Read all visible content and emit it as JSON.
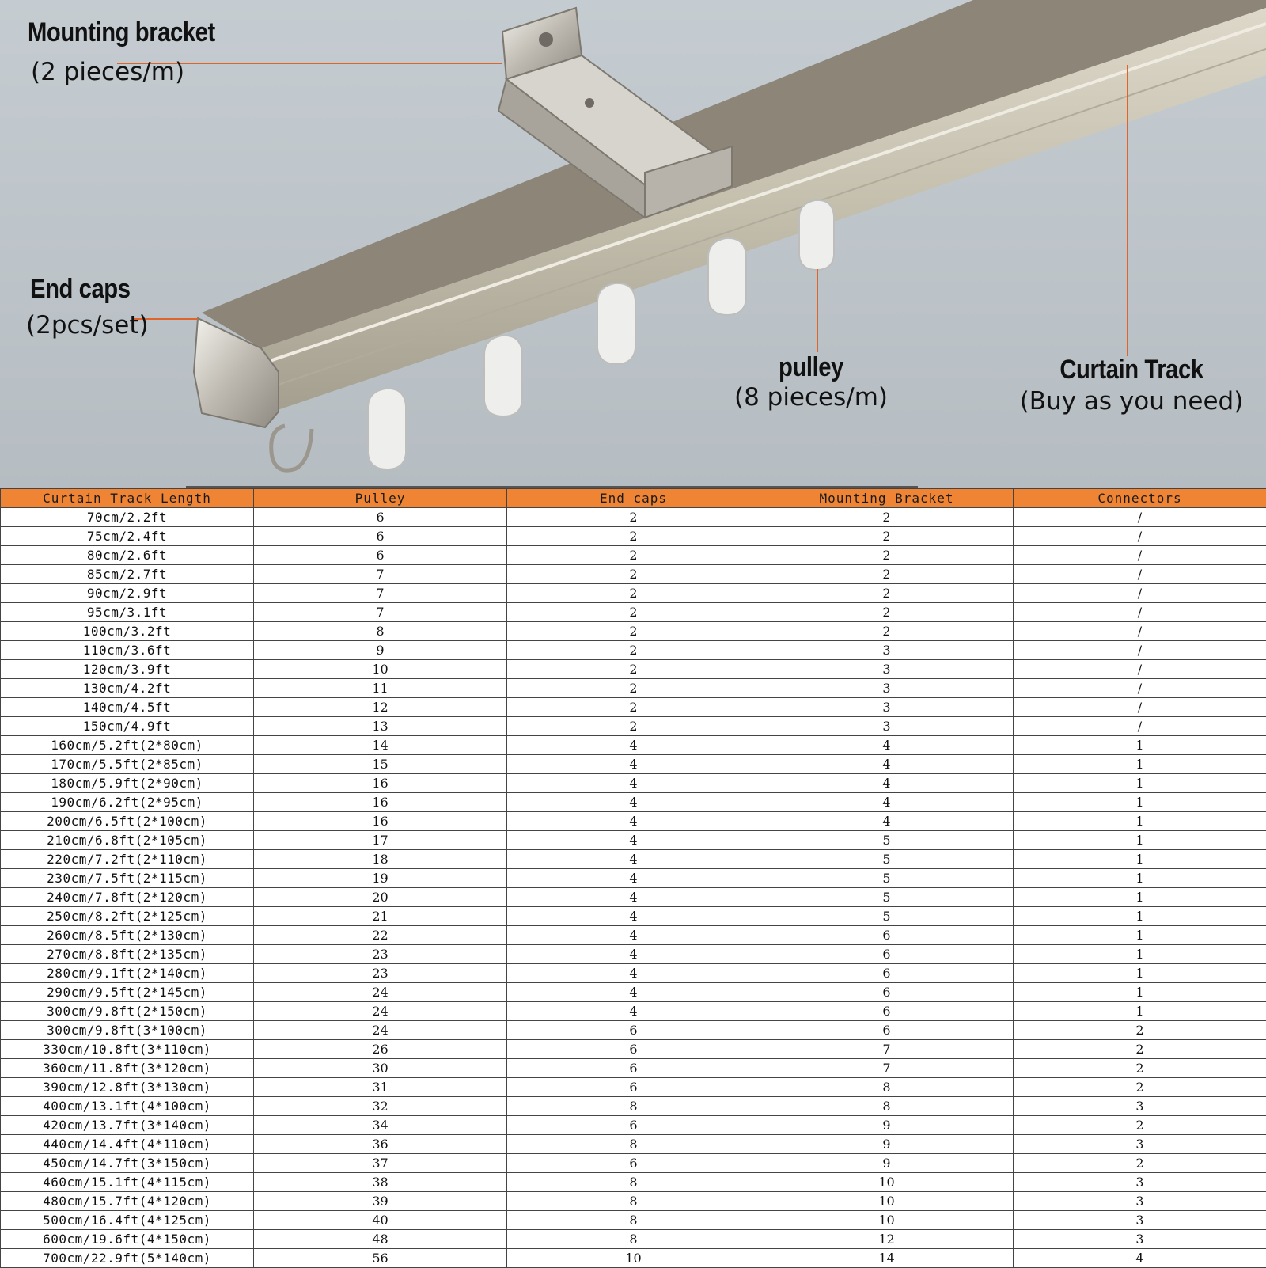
{
  "labels": {
    "mounting_bracket": {
      "title": "Mounting bracket",
      "sub": "(2 pieces/m)"
    },
    "end_caps": {
      "title": "End caps",
      "sub": "(2pcs/set)"
    },
    "pulley": {
      "title": "pulley",
      "sub": "(8 pieces/m)"
    },
    "curtain_track": {
      "title": "Curtain Track",
      "sub": "(Buy as you need)"
    }
  },
  "colors": {
    "header_bg": "#ef8534",
    "callout_line": "#e0632a",
    "track": "#c7c1b1",
    "track_top": "#8e877a"
  },
  "table": {
    "headers": [
      "Curtain Track Length",
      "Pulley",
      "End caps",
      "Mounting Bracket",
      "Connectors"
    ],
    "rows": [
      [
        "70cm/2.2ft",
        "6",
        "2",
        "2",
        "/"
      ],
      [
        "75cm/2.4ft",
        "6",
        "2",
        "2",
        "/"
      ],
      [
        "80cm/2.6ft",
        "6",
        "2",
        "2",
        "/"
      ],
      [
        "85cm/2.7ft",
        "7",
        "2",
        "2",
        "/"
      ],
      [
        "90cm/2.9ft",
        "7",
        "2",
        "2",
        "/"
      ],
      [
        "95cm/3.1ft",
        "7",
        "2",
        "2",
        "/"
      ],
      [
        "100cm/3.2ft",
        "8",
        "2",
        "2",
        "/"
      ],
      [
        "110cm/3.6ft",
        "9",
        "2",
        "3",
        "/"
      ],
      [
        "120cm/3.9ft",
        "10",
        "2",
        "3",
        "/"
      ],
      [
        "130cm/4.2ft",
        "11",
        "2",
        "3",
        "/"
      ],
      [
        "140cm/4.5ft",
        "12",
        "2",
        "3",
        "/"
      ],
      [
        "150cm/4.9ft",
        "13",
        "2",
        "3",
        "/"
      ],
      [
        "160cm/5.2ft(2*80cm)",
        "14",
        "4",
        "4",
        "1"
      ],
      [
        "170cm/5.5ft(2*85cm)",
        "15",
        "4",
        "4",
        "1"
      ],
      [
        "180cm/5.9ft(2*90cm)",
        "16",
        "4",
        "4",
        "1"
      ],
      [
        "190cm/6.2ft(2*95cm)",
        "16",
        "4",
        "4",
        "1"
      ],
      [
        "200cm/6.5ft(2*100cm)",
        "16",
        "4",
        "4",
        "1"
      ],
      [
        "210cm/6.8ft(2*105cm)",
        "17",
        "4",
        "5",
        "1"
      ],
      [
        "220cm/7.2ft(2*110cm)",
        "18",
        "4",
        "5",
        "1"
      ],
      [
        "230cm/7.5ft(2*115cm)",
        "19",
        "4",
        "5",
        "1"
      ],
      [
        "240cm/7.8ft(2*120cm)",
        "20",
        "4",
        "5",
        "1"
      ],
      [
        "250cm/8.2ft(2*125cm)",
        "21",
        "4",
        "5",
        "1"
      ],
      [
        "260cm/8.5ft(2*130cm)",
        "22",
        "4",
        "6",
        "1"
      ],
      [
        "270cm/8.8ft(2*135cm)",
        "23",
        "4",
        "6",
        "1"
      ],
      [
        "280cm/9.1ft(2*140cm)",
        "23",
        "4",
        "6",
        "1"
      ],
      [
        "290cm/9.5ft(2*145cm)",
        "24",
        "4",
        "6",
        "1"
      ],
      [
        "300cm/9.8ft(2*150cm)",
        "24",
        "4",
        "6",
        "1"
      ],
      [
        "300cm/9.8ft(3*100cm)",
        "24",
        "6",
        "6",
        "2"
      ],
      [
        "330cm/10.8ft(3*110cm)",
        "26",
        "6",
        "7",
        "2"
      ],
      [
        "360cm/11.8ft(3*120cm)",
        "30",
        "6",
        "7",
        "2"
      ],
      [
        "390cm/12.8ft(3*130cm)",
        "31",
        "6",
        "8",
        "2"
      ],
      [
        "400cm/13.1ft(4*100cm)",
        "32",
        "8",
        "8",
        "3"
      ],
      [
        "420cm/13.7ft(3*140cm)",
        "34",
        "6",
        "9",
        "2"
      ],
      [
        "440cm/14.4ft(4*110cm)",
        "36",
        "8",
        "9",
        "3"
      ],
      [
        "450cm/14.7ft(3*150cm)",
        "37",
        "6",
        "9",
        "2"
      ],
      [
        "460cm/15.1ft(4*115cm)",
        "38",
        "8",
        "10",
        "3"
      ],
      [
        "480cm/15.7ft(4*120cm)",
        "39",
        "8",
        "10",
        "3"
      ],
      [
        "500cm/16.4ft(4*125cm)",
        "40",
        "8",
        "10",
        "3"
      ],
      [
        "600cm/19.6ft(4*150cm)",
        "48",
        "8",
        "12",
        "3"
      ],
      [
        "700cm/22.9ft(5*140cm)",
        "56",
        "10",
        "14",
        "4"
      ]
    ]
  }
}
